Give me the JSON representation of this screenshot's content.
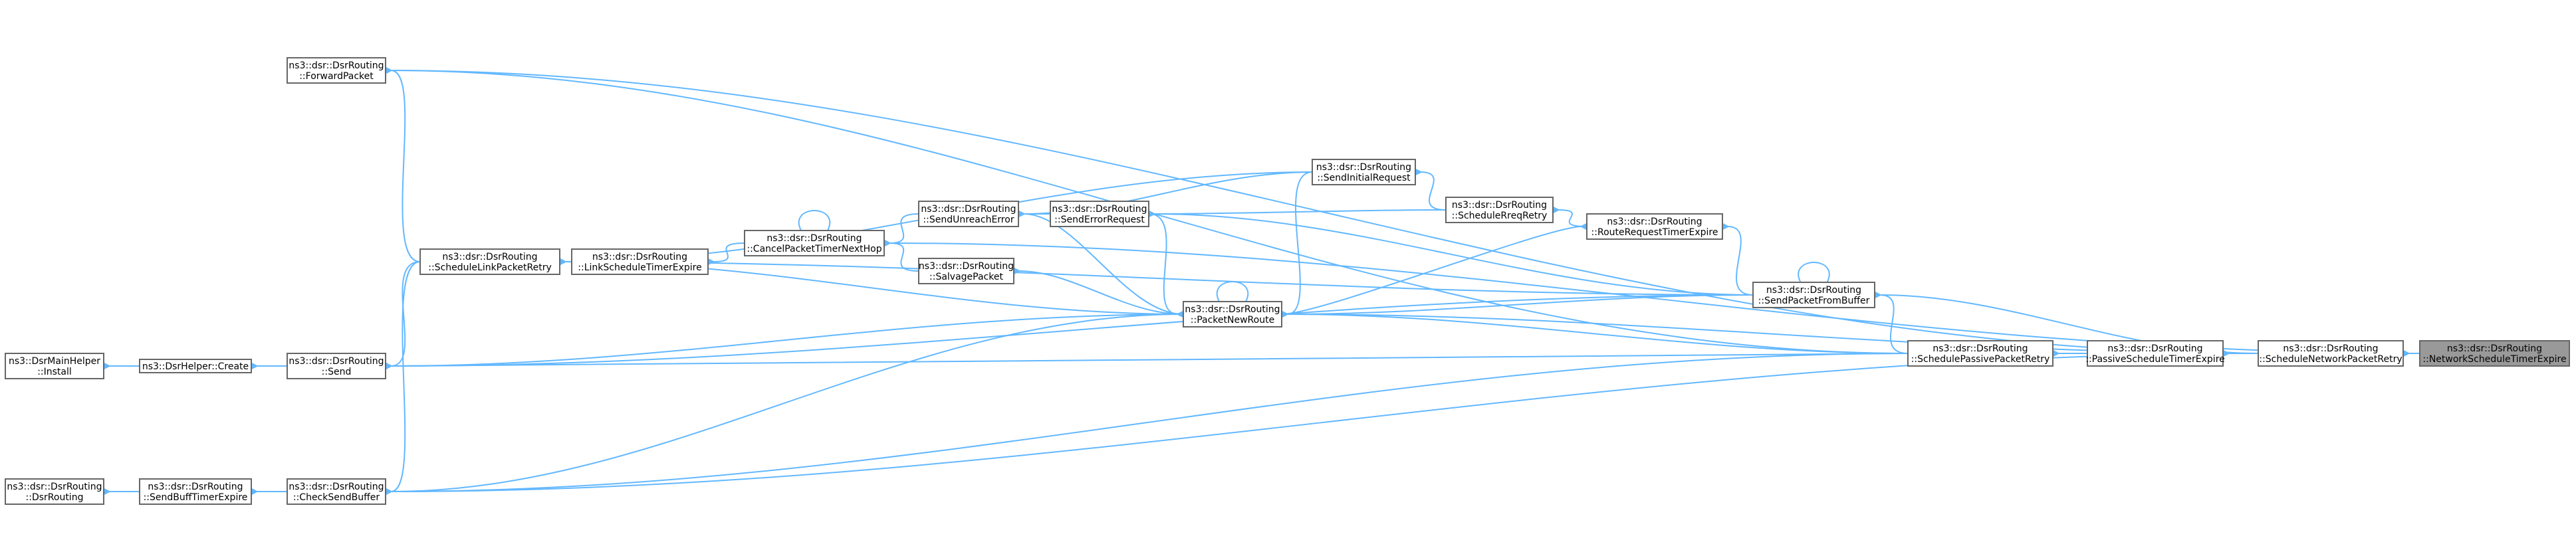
{
  "nodes": [
    {
      "id": "target",
      "lines": [
        "ns3::dsr::DsrRouting",
        "::NetworkScheduleTimerExpire"
      ],
      "highlighted": true
    },
    {
      "id": "snpr",
      "lines": [
        "ns3::dsr::DsrRouting",
        "::ScheduleNetworkPacketRetry"
      ]
    },
    {
      "id": "pste",
      "lines": [
        "ns3::dsr::DsrRouting",
        "::PassiveScheduleTimerExpire"
      ]
    },
    {
      "id": "sppr",
      "lines": [
        "ns3::dsr::DsrRouting",
        "::SchedulePassivePacketRetry"
      ]
    },
    {
      "id": "spfb",
      "lines": [
        "ns3::dsr::DsrRouting",
        "::SendPacketFromBuffer"
      ]
    },
    {
      "id": "rrte",
      "lines": [
        "ns3::dsr::DsrRouting",
        "::RouteRequestTimerExpire"
      ]
    },
    {
      "id": "srr",
      "lines": [
        "ns3::dsr::DsrRouting",
        "::ScheduleRreqRetry"
      ]
    },
    {
      "id": "sir",
      "lines": [
        "ns3::dsr::DsrRouting",
        "::SendInitialRequest"
      ]
    },
    {
      "id": "ser",
      "lines": [
        "ns3::dsr::DsrRouting",
        "::SendErrorRequest"
      ]
    },
    {
      "id": "pnr",
      "lines": [
        "ns3::dsr::DsrRouting",
        "::PacketNewRoute"
      ]
    },
    {
      "id": "sue",
      "lines": [
        "ns3::dsr::DsrRouting",
        "::SendUnreachError"
      ]
    },
    {
      "id": "sp",
      "lines": [
        "ns3::dsr::DsrRouting",
        "::SalvagePacket"
      ]
    },
    {
      "id": "cptnh",
      "lines": [
        "ns3::dsr::DsrRouting",
        "::CancelPacketTimerNextHop"
      ]
    },
    {
      "id": "lste",
      "lines": [
        "ns3::dsr::DsrRouting",
        "::LinkScheduleTimerExpire"
      ]
    },
    {
      "id": "slpr",
      "lines": [
        "ns3::dsr::DsrRouting",
        "::ScheduleLinkPacketRetry"
      ]
    },
    {
      "id": "fp",
      "lines": [
        "ns3::dsr::DsrRouting",
        "::ForwardPacket"
      ]
    },
    {
      "id": "send",
      "lines": [
        "ns3::dsr::DsrRouting",
        "::Send"
      ]
    },
    {
      "id": "csb",
      "lines": [
        "ns3::dsr::DsrRouting",
        "::CheckSendBuffer"
      ]
    },
    {
      "id": "create",
      "lines": [
        "ns3::DsrHelper::Create"
      ]
    },
    {
      "id": "install",
      "lines": [
        "ns3::DsrMainHelper",
        "::Install"
      ]
    },
    {
      "id": "sbte",
      "lines": [
        "ns3::dsr::DsrRouting",
        "::SendBuffTimerExpire"
      ]
    },
    {
      "id": "ctor",
      "lines": [
        "ns3::dsr::DsrRouting",
        "::DsrRouting"
      ]
    }
  ],
  "edges": [
    {
      "from": "target",
      "to": "snpr"
    },
    {
      "from": "target",
      "to": "cptnh"
    },
    {
      "from": "snpr",
      "to": "pste"
    },
    {
      "from": "snpr",
      "to": "spfb"
    },
    {
      "from": "snpr",
      "to": "fp"
    },
    {
      "from": "snpr",
      "to": "pnr"
    },
    {
      "from": "snpr",
      "to": "csb"
    },
    {
      "from": "pste",
      "to": "sppr"
    },
    {
      "from": "sppr",
      "to": "spfb"
    },
    {
      "from": "sppr",
      "to": "fp"
    },
    {
      "from": "sppr",
      "to": "pnr"
    },
    {
      "from": "sppr",
      "to": "send"
    },
    {
      "from": "sppr",
      "to": "csb"
    },
    {
      "from": "spfb",
      "to": "spfb"
    },
    {
      "from": "spfb",
      "to": "rrte"
    },
    {
      "from": "spfb",
      "to": "slpr"
    },
    {
      "from": "spfb",
      "to": "pnr"
    },
    {
      "from": "spfb",
      "to": "send"
    },
    {
      "from": "spfb",
      "to": "ser"
    },
    {
      "from": "rrte",
      "to": "srr"
    },
    {
      "from": "srr",
      "to": "sir"
    },
    {
      "from": "srr",
      "to": "ser"
    },
    {
      "from": "sir",
      "to": "pnr"
    },
    {
      "from": "sir",
      "to": "sue"
    },
    {
      "from": "sir",
      "to": "slpr"
    },
    {
      "from": "ser",
      "to": "sue"
    },
    {
      "from": "ser",
      "to": "pnr"
    },
    {
      "from": "pnr",
      "to": "pnr"
    },
    {
      "from": "pnr",
      "to": "sue"
    },
    {
      "from": "pnr",
      "to": "sp"
    },
    {
      "from": "pnr",
      "to": "slpr"
    },
    {
      "from": "pnr",
      "to": "send"
    },
    {
      "from": "pnr",
      "to": "csb"
    },
    {
      "from": "pnr",
      "to": "rrte"
    },
    {
      "from": "sue",
      "to": "cptnh"
    },
    {
      "from": "sp",
      "to": "cptnh"
    },
    {
      "from": "cptnh",
      "to": "cptnh"
    },
    {
      "from": "cptnh",
      "to": "lste"
    },
    {
      "from": "lste",
      "to": "slpr"
    },
    {
      "from": "slpr",
      "to": "fp"
    },
    {
      "from": "slpr",
      "to": "send"
    },
    {
      "from": "slpr",
      "to": "csb"
    },
    {
      "from": "send",
      "to": "create"
    },
    {
      "from": "create",
      "to": "install"
    },
    {
      "from": "csb",
      "to": "sbte"
    },
    {
      "from": "sbte",
      "to": "ctor"
    }
  ]
}
